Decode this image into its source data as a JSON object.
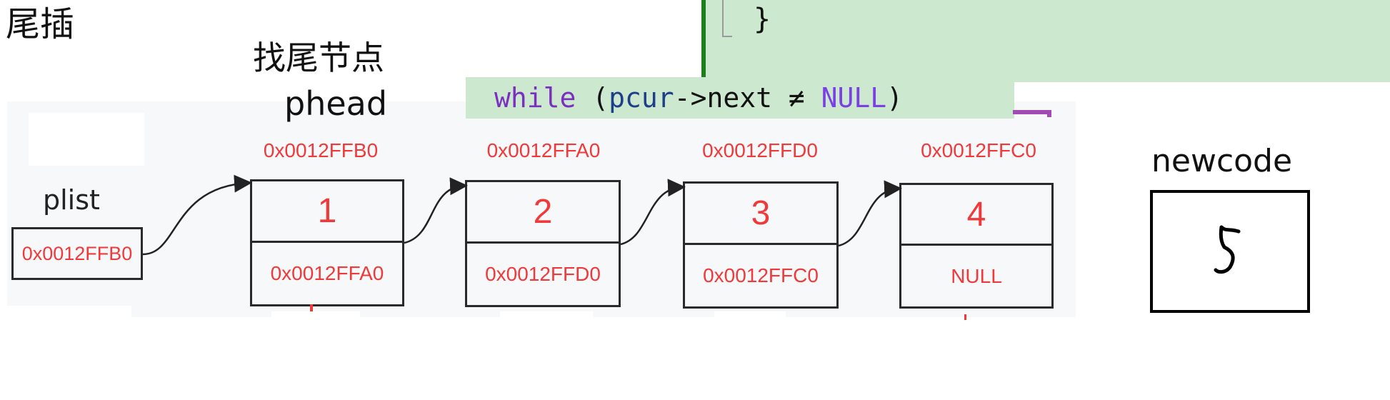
{
  "title": "尾插",
  "label_find_tail": "找尾节点",
  "label_phead": "phead",
  "code_top": {
    "brace": "}"
  },
  "code_line": {
    "keyword": "while",
    "open": "(",
    "var": "pcur",
    "arrow": "->next",
    "op": "≠",
    "null": "NULL",
    "close": ")"
  },
  "plist": {
    "label": "plist",
    "value": "0x0012FFB0"
  },
  "nodes": [
    {
      "address": "0x0012FFB0",
      "data": "1",
      "next": "0x0012FFA0"
    },
    {
      "address": "0x0012FFA0",
      "data": "2",
      "next": "0x0012FFD0"
    },
    {
      "address": "0x0012FFD0",
      "data": "3",
      "next": "0x0012FFC0"
    },
    {
      "address": "0x0012FFC0",
      "data": "4",
      "next": "NULL"
    }
  ],
  "newcode": {
    "label": "newcode",
    "value": "5"
  },
  "colors": {
    "address_red": "#f0393a",
    "code_bg": "#cce8cf",
    "keyword": "#7a2fbf"
  }
}
